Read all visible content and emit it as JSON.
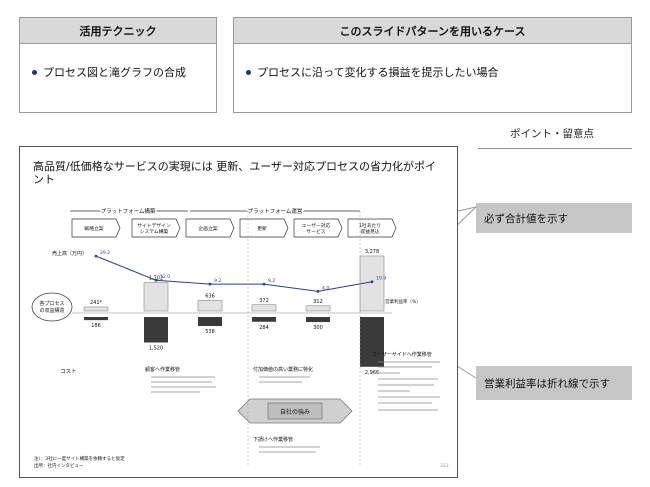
{
  "panels": {
    "technique": {
      "title": "活用テクニック",
      "bullet": "プロセス図と滝グラフの合成"
    },
    "usecase": {
      "title": "このスライドパターンを用いるケース",
      "bullet": "プロセスに沿って変化する損益を提示したい場合"
    }
  },
  "points": {
    "heading": "ポイント・留意点",
    "item1": "必ず合計値を示す",
    "item2": "営業利益率は折れ線で示す"
  },
  "slide": {
    "title": "高品質/低価格なサービスの実現には 更新、ユーザー対応プロセスの省力化がポイント",
    "phase1": "プラットフォーム構築",
    "phase2": "プラットフォーム運営",
    "steps": [
      "戦略立案",
      "サイトデザイン\nシステム構築",
      "企画立案",
      "更新",
      "ユーザー対応\nサービス",
      "1社あたり\n収益見込"
    ],
    "y_label": "売上高（万円）",
    "cost_label": "コスト",
    "margin_label": "営業利益率（%）",
    "left_circle": "各プロセスの\n収益構造",
    "company_strength": "自社の強み",
    "notes_heading1": "顧客へ作業移管",
    "notes_heading2": "付加価値の高い業務に特化",
    "notes_heading3": "下請けへ作業移管",
    "notes_heading4": "ユーザーサイドへ作業移管",
    "footnote1": "注）：3社に一度サイト構築を依頼すると仮定",
    "footnote2": "出所：社内インタビュー",
    "page_no": "323"
  },
  "chart_data": {
    "type": "bar",
    "categories": [
      "戦略立案",
      "サイトデザイン システム構築",
      "企画立案",
      "更新",
      "ユーザー対応 サービス",
      "1社あたり 収益見込"
    ],
    "revenue": [
      241,
      1702,
      636,
      372,
      312,
      3278
    ],
    "cost": [
      186,
      1520,
      538,
      284,
      300,
      2966
    ],
    "margin_pct": [
      29.2,
      12.0,
      9.2,
      9.2,
      4.0,
      10.9
    ],
    "revenue_labels": [
      "241*",
      "1,702",
      "636",
      "372",
      "312",
      "3,278"
    ],
    "cost_labels": [
      "186",
      "1,520",
      "538",
      "284",
      "300",
      "2,966"
    ],
    "margin_labels": [
      "29.2",
      "12.0",
      "9.2",
      "9.2",
      "4.0",
      "10.9"
    ]
  },
  "colors": {
    "panel_head": "#d9d9d9",
    "accent": "#1f3864",
    "bar_dark": "#3a3a3a",
    "bar_light": "#e2e2e2"
  }
}
